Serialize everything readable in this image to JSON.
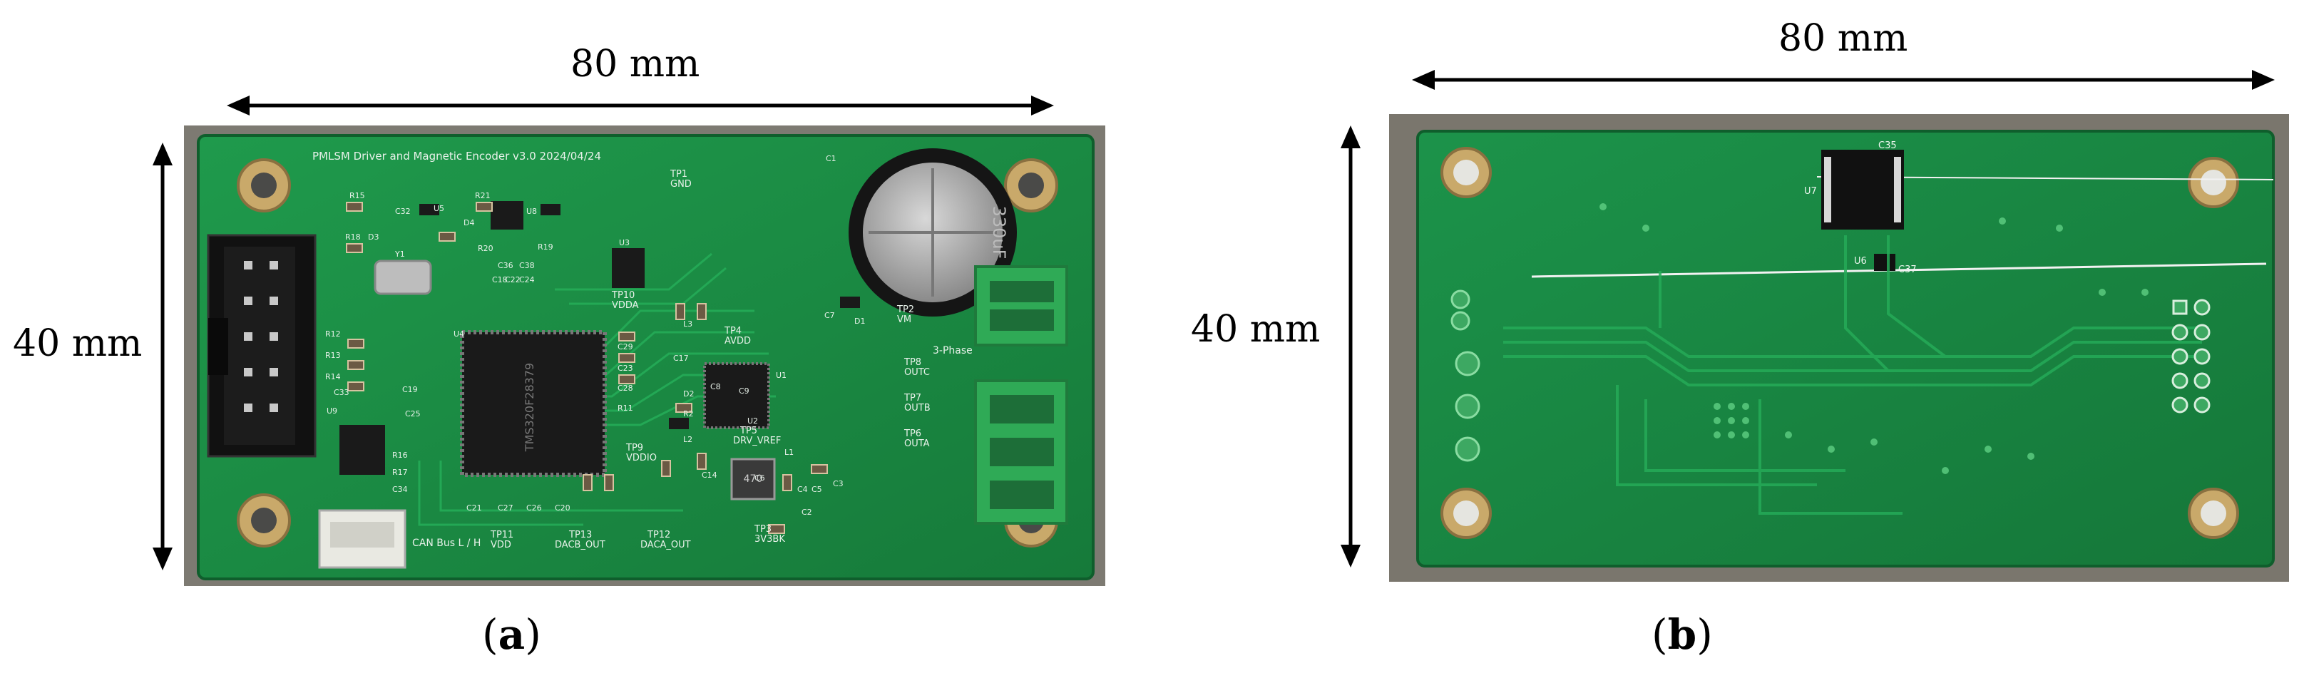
{
  "panel_a": {
    "width_label": "80 mm",
    "height_label": "40 mm",
    "caption_letter": "a",
    "silkscreen_title": "PMLSM Driver and Magnetic Encoder v3.0 2024/04/24",
    "cap_marking": "330uF",
    "chip_marking": "TMS320F28379",
    "connector_label": "3-Phase",
    "canbus_label": "CAN Bus L / H",
    "test_points": [
      {
        "name": "TP1",
        "net": "GND"
      },
      {
        "name": "TP2",
        "net": "VM"
      },
      {
        "name": "TP4",
        "net": "AVDD"
      },
      {
        "name": "TP10",
        "net": "VDDA"
      },
      {
        "name": "TP9",
        "net": "VDDIO"
      },
      {
        "name": "TP5",
        "net": "DRV_VREF"
      },
      {
        "name": "TP8",
        "net": "OUTC"
      },
      {
        "name": "TP7",
        "net": "OUTB"
      },
      {
        "name": "TP6",
        "net": "OUTA"
      },
      {
        "name": "TP11",
        "net": "VDD"
      },
      {
        "name": "TP13",
        "net": "DACB_OUT"
      },
      {
        "name": "TP12",
        "net": "DACA_OUT"
      },
      {
        "name": "TP3",
        "net": "3V3BK"
      }
    ],
    "refdes": [
      "R15",
      "C32",
      "U5",
      "R21",
      "U8",
      "R18",
      "D3",
      "D4",
      "R20",
      "R19",
      "Y1",
      "C1",
      "U3",
      "R12",
      "R13",
      "R14",
      "U4",
      "C33",
      "U9",
      "C25",
      "C29",
      "C23",
      "C28",
      "R11",
      "C19",
      "R16",
      "R17",
      "C34",
      "C21",
      "C27",
      "C26",
      "C20",
      "C17",
      "D1",
      "D2",
      "C8",
      "R2",
      "C9",
      "U1",
      "U2",
      "L2",
      "L1",
      "C14",
      "C6",
      "C4",
      "C5",
      "C2",
      "C3",
      "C7",
      "L3",
      "C18",
      "C36",
      "C38",
      "C22",
      "C24"
    ]
  },
  "panel_b": {
    "width_label": "80 mm",
    "height_label": "40 mm",
    "caption_letter": "b",
    "refdes": [
      "C35",
      "U7",
      "U6",
      "C37"
    ]
  }
}
